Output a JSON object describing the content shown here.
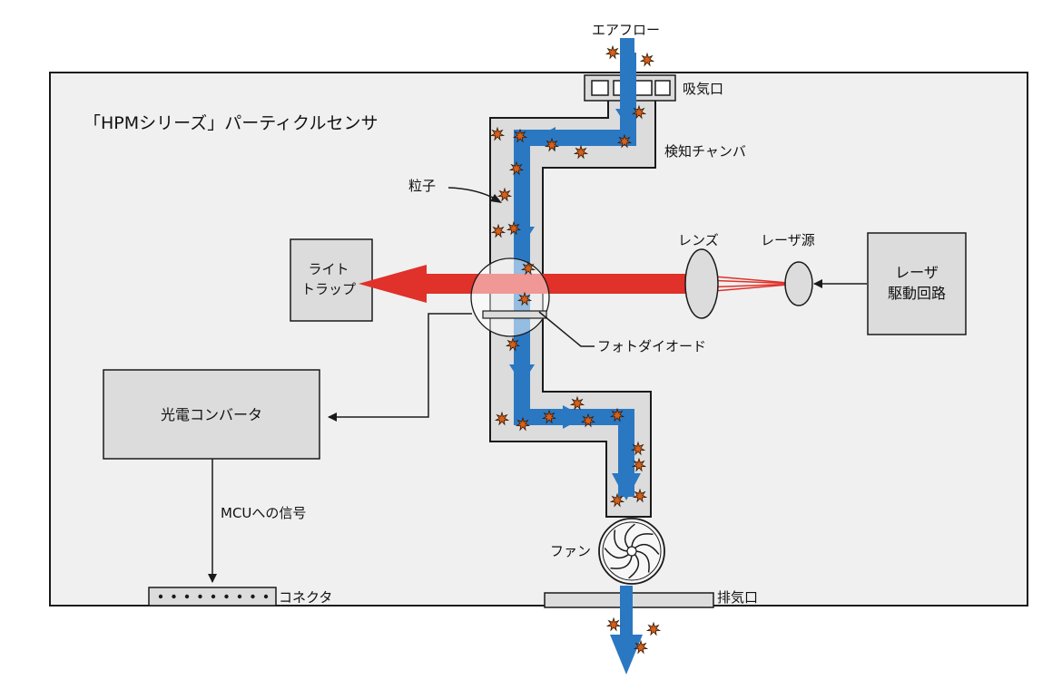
{
  "title": "「HPMシリーズ」パーティクルセンサ",
  "labels": {
    "airflow": "エアフロー",
    "intake": "吸気口",
    "chamber": "検知チャンバ",
    "particle": "粒子",
    "lens": "レンズ",
    "laser_source": "レーザ源",
    "laser_driver_line1": "レーザ",
    "laser_driver_line2": "駆動回路",
    "light_trap_line1": "ライト",
    "light_trap_line2": "トラップ",
    "photodiode": "フォトダイオード",
    "converter": "光電コンバータ",
    "signal": "MCUへの信号",
    "connector": "コネクタ",
    "fan": "ファン",
    "exhaust": "排気口"
  },
  "colors": {
    "enclosure_fill": "#f0f0f0",
    "box_fill": "#dcdcdc",
    "airflow_blue": "#2b78c2",
    "laser_red": "#e0312a",
    "particle_orange": "#d4601a",
    "stroke": "#1a1a1a"
  },
  "icons": {
    "fan": "fan-icon",
    "particle": "particle-icon",
    "connector_pins": "connector-pins"
  }
}
